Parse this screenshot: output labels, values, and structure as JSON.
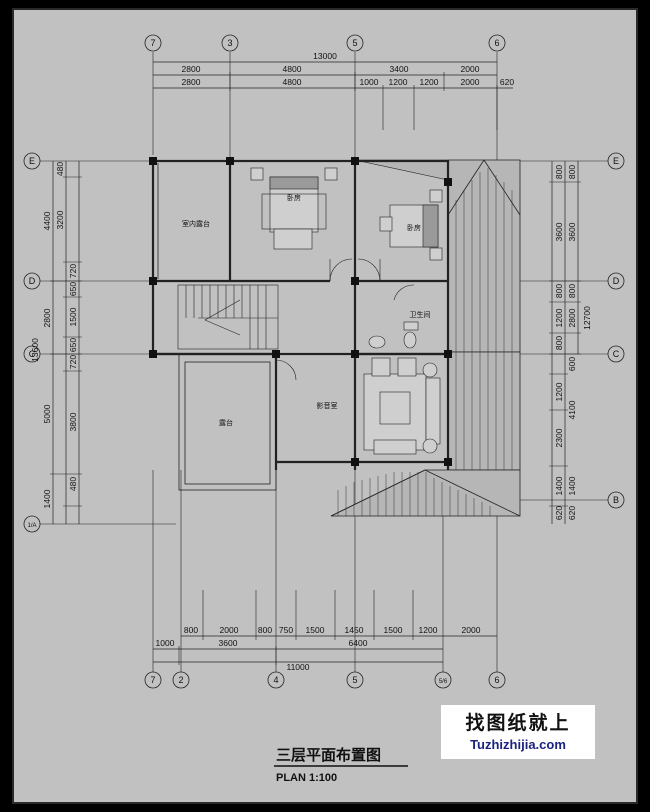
{
  "drawing_title": "三层平面布置图",
  "scale_label": "PLAN 1:100",
  "watermark": {
    "line1": "找图纸就上",
    "line2": "Tuzhizhijia.com"
  },
  "top_axes": [
    "7",
    "3",
    "5",
    "6"
  ],
  "bottom_axes": [
    "7",
    "2",
    "4",
    "5",
    "5/6",
    "6"
  ],
  "left_axes": [
    "E",
    "D",
    "C",
    "1/A"
  ],
  "right_axes": [
    "E",
    "D",
    "C",
    "B"
  ],
  "top_dims": {
    "total": "13000",
    "row1": [
      "2800",
      "4800",
      "3400",
      "2000"
    ],
    "row2": [
      "2800",
      "4800",
      "1000",
      "1200",
      "1200",
      "2000",
      "620"
    ]
  },
  "bottom_dims": {
    "row1": [
      "800",
      "2000",
      "800",
      "750",
      "1500",
      "1450",
      "1500",
      "1200",
      "2000"
    ],
    "row2": [
      "1000",
      "3600",
      "6400"
    ],
    "total": "11000"
  },
  "left_dims": {
    "outer": [
      "4400",
      "2800",
      "5000",
      "1400"
    ],
    "inner": [
      "480",
      "3200",
      "720",
      "650",
      "1500",
      "650",
      "720",
      "3800",
      "480"
    ],
    "overall": "13600"
  },
  "right_dims": {
    "col1": [
      "800",
      "3600",
      "800",
      "1200",
      "800",
      "1200",
      "2300",
      "1400",
      "620"
    ],
    "col2": [
      "800",
      "3600",
      "800",
      "2800",
      "600",
      "4100",
      "1400",
      "620"
    ],
    "overall": "12700"
  },
  "rooms": {
    "indoor_terrace": "室内露台",
    "bedroom1": "卧房",
    "bedroom2": "卧房",
    "bathroom": "卫生间",
    "lounge": "影音室",
    "terrace": "露台"
  }
}
